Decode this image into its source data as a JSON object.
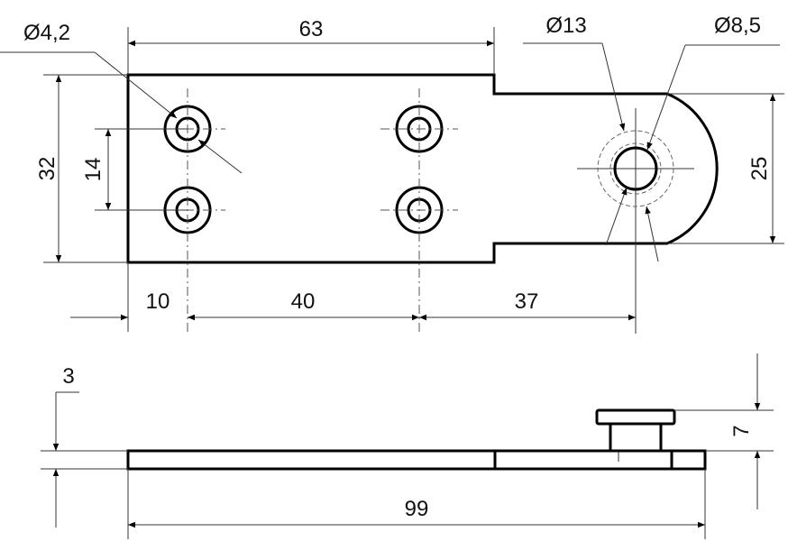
{
  "drawing": {
    "top_view": {
      "dimensions": {
        "overall_length_wide": "63",
        "height_wide": "32",
        "hole_spacing_vertical": "14",
        "height_narrow": "25",
        "edge_to_hole": "10",
        "hole_spacing_horizontal": "40",
        "hole_to_center": "37",
        "small_hole_diameter": "Ø4,2",
        "stud_outer_diameter": "Ø13",
        "stud_inner_diameter": "Ø8,5"
      }
    },
    "side_view": {
      "dimensions": {
        "thickness": "3",
        "stud_height": "7",
        "overall_length": "99"
      }
    }
  }
}
